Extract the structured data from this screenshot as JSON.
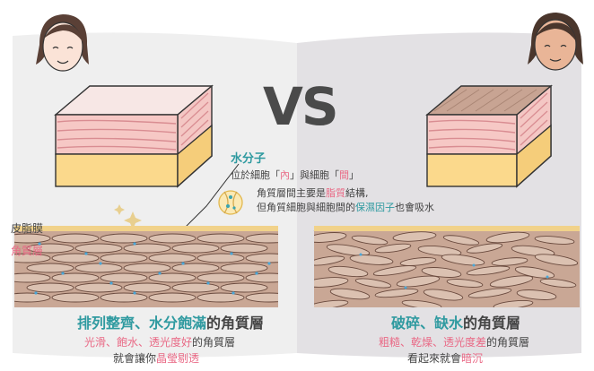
{
  "vs_label": "VS",
  "callout": {
    "title": "水分子",
    "line1_a": "位於細胞「",
    "line1_b": "內",
    "line1_c": "」與細胞「",
    "line1_d": "間",
    "line1_e": "」",
    "line2_a": "角質層間主要是",
    "line2_b": "脂質",
    "line2_c": "結構,",
    "line3_a": "但角質細胞與細胞間的",
    "line3_b": "保濕因子",
    "line3_c": "也會吸水"
  },
  "labels": {
    "sebum": "皮脂膜",
    "stratum": "角質層"
  },
  "left_caption": {
    "head_a": "排列整齊、水分飽滿",
    "head_b": "的角質層",
    "line1_a": "光滑、飽水、透光度好",
    "line1_b": "的角質層",
    "line2_a": "就會讓你",
    "line2_b": "晶瑩剔透"
  },
  "right_caption": {
    "head_a": "破碎、缺水",
    "head_b": "的角質層",
    "line1_a": "粗糙、乾燥、透光度差",
    "line1_b": "的角質層",
    "line2_a": "看起來就會",
    "line2_b": "暗沉"
  },
  "colors": {
    "teal": "#2f9aa0",
    "pink": "#e96a86",
    "cell": "#c9a795",
    "sebum_bar": "#f1d28a",
    "left_bg": "#efefef",
    "right_bg": "#e3e1e4"
  },
  "icons": [
    "woman-face-icon",
    "tan-woman-face-icon",
    "water-molecule-icon",
    "sparkle-icon"
  ]
}
